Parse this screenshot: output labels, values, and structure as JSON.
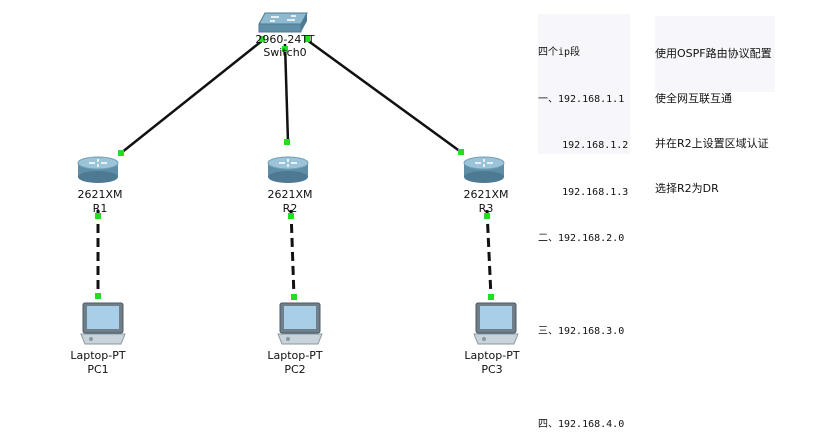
{
  "devices": {
    "switch": {
      "model": "2960-24TT",
      "name": "Switch0"
    },
    "routers": [
      {
        "model": "2621XM",
        "name": "R1"
      },
      {
        "model": "2621XM",
        "name": "R2"
      },
      {
        "model": "2621XM",
        "name": "R3"
      }
    ],
    "laptops": [
      {
        "model": "Laptop-PT",
        "name": "PC1"
      },
      {
        "model": "Laptop-PT",
        "name": "PC2"
      },
      {
        "model": "Laptop-PT",
        "name": "PC3"
      }
    ]
  },
  "notes": {
    "ip_segments": [
      "四个ip段",
      "一、192.168.1.1",
      "    192.168.1.2",
      "    192.168.1.3",
      "二、192.168.2.0",
      "",
      "三、192.168.3.0",
      "",
      "四、192.168.4.0"
    ],
    "ospf": [
      "使用OSPF路由协议配置",
      "使全网互联互通",
      "并在R2上设置区域认证",
      "选择R2为DR"
    ]
  },
  "colors": {
    "link": "#111111",
    "link_up": "#22dd22",
    "device_blue": "#6f9fb8"
  }
}
